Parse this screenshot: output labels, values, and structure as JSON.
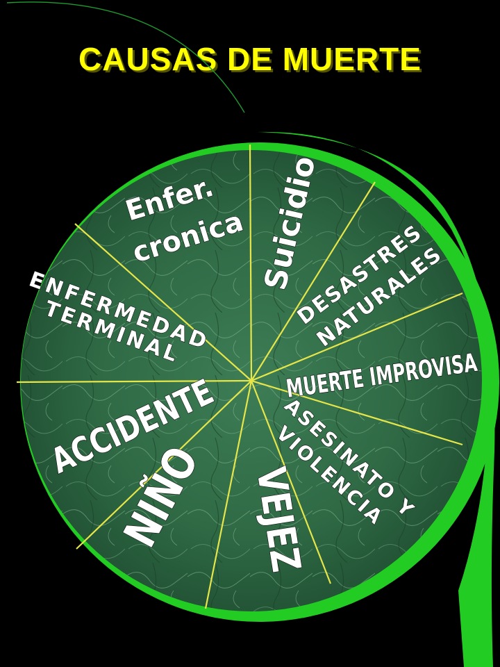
{
  "title": "CAUSAS DE MUERTE",
  "colors": {
    "background": "#000000",
    "title": "#ffff00",
    "wheel_marble": "#2f6a45",
    "wheel_vein": "#7fb18c",
    "rim": "#22cc22",
    "spokes": "#e6e64a",
    "label_text": "#ffffff"
  },
  "segments": [
    {
      "label_line1": "Enfer.",
      "label_line2": "cronica"
    },
    {
      "label_line1": "Suicidio",
      "label_line2": ""
    },
    {
      "label_line1": "DESASTRES",
      "label_line2": "NATURALES"
    },
    {
      "label_line1": "MUERTE IMPROVISA",
      "label_line2": ""
    },
    {
      "label_line1": "ASESINATO Y",
      "label_line2": "VIOLENCIA"
    },
    {
      "label_line1": "VEJEZ",
      "label_line2": ""
    },
    {
      "label_line1": "NIÑO",
      "label_line2": ""
    },
    {
      "label_line1": "ACCIDENTE",
      "label_line2": ""
    },
    {
      "label_line1": "ENFERMEDAD",
      "label_line2": "TERMINAL"
    }
  ]
}
